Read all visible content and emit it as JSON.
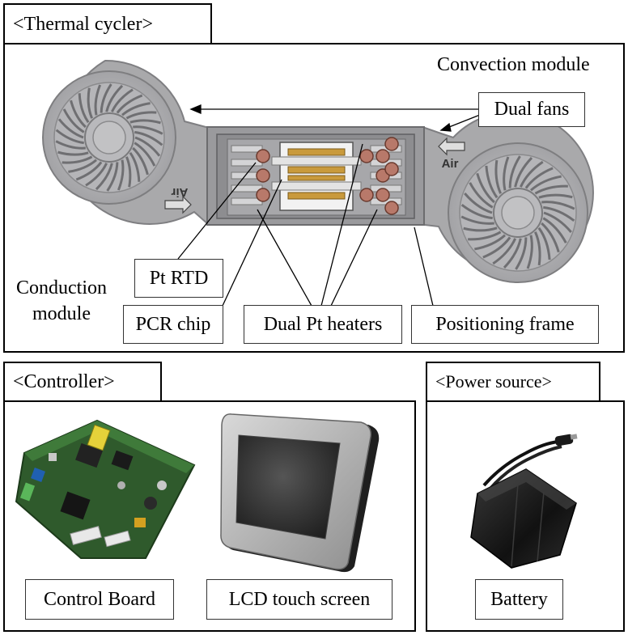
{
  "sections": {
    "thermal_cycler": "<Thermal cycler>",
    "controller": "<Controller>",
    "power_source": "<Power source>"
  },
  "thermal_labels": {
    "convection_module": "Convection module",
    "dual_fans": "Dual fans",
    "pt_rtd": "Pt RTD",
    "conduction_module_line1": "Conduction",
    "conduction_module_line2": "module",
    "pcr_chip": "PCR chip",
    "dual_pt_heaters": "Dual Pt heaters",
    "positioning_frame": "Positioning frame",
    "air_left": "Air",
    "air_right": "Air"
  },
  "controller_labels": {
    "control_board": "Control Board",
    "lcd_touch_screen": "LCD touch screen"
  },
  "power_labels": {
    "battery": "Battery"
  },
  "colors": {
    "housing": "#a9a9ab",
    "housing_dark": "#7f7f82",
    "heater_pad": "#b8796a",
    "heater_strip": "#c99a3c",
    "pcb_green": "#2f5a2c",
    "screen_dark": "#2b2b2b",
    "battery_black": "#1c1c1c"
  }
}
